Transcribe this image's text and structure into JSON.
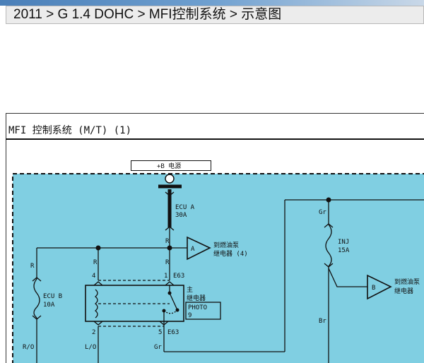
{
  "breadcrumb": "2011 > G 1.4 DOHC > MFI控制系统 > 示意图",
  "diagram": {
    "title": "MFI 控制系统 (M/T) (1)",
    "power_label": "+B 电源",
    "fuse_ecu_a": {
      "name": "ECU A",
      "rating": "30A"
    },
    "fuse_ecu_b": {
      "name": "ECU B",
      "rating": "10A"
    },
    "fuse_inj": {
      "name": "INJ",
      "rating": "15A"
    },
    "wire_r1": "R",
    "wire_r2": "R",
    "wire_r3": "R",
    "wire_r4": "R",
    "wire_ro": "R/O",
    "wire_lo": "L/O",
    "wire_gr1": "Gr",
    "wire_gr2": "Gr",
    "wire_br": "Br",
    "pin4": "4",
    "pin1": "1",
    "pin2": "2",
    "pin5": "5",
    "conn_top": "E63",
    "conn_bot": "E63",
    "relay_line1": "主",
    "relay_line2": "继电器",
    "photo_line1": "PHOTO",
    "photo_line2": "9",
    "conn_a": {
      "letter": "A",
      "line1": "到燃油泵",
      "line2": "继电器 (4)"
    },
    "conn_b": {
      "letter": "B",
      "line1": "到燃油泵",
      "line2": "继电器"
    }
  }
}
